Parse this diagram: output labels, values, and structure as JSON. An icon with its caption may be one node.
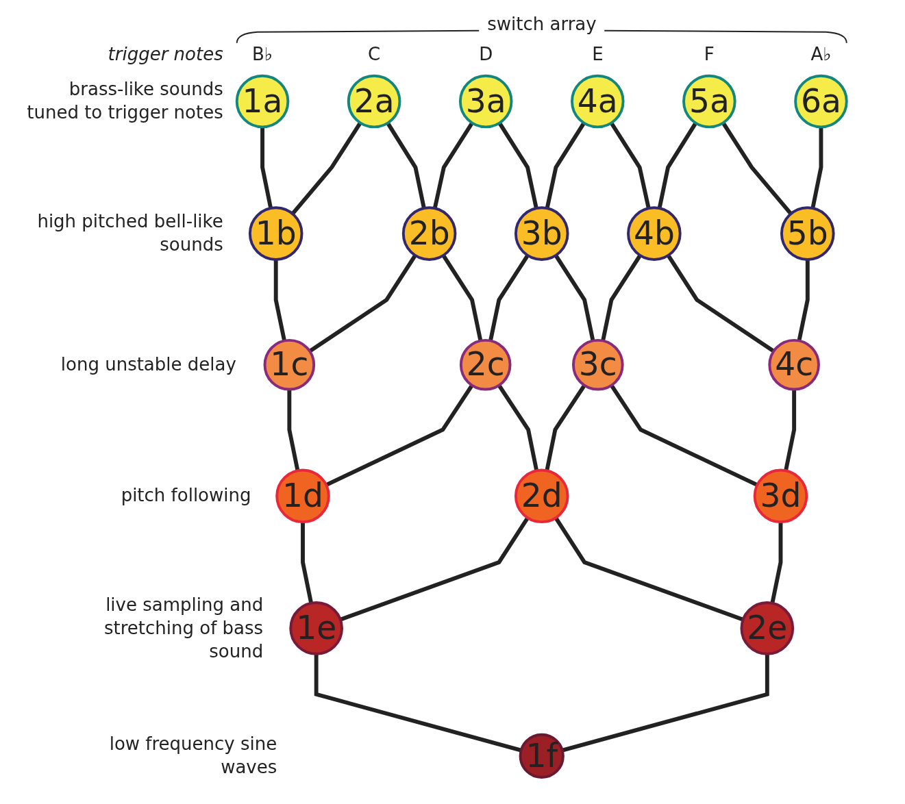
{
  "diagram": {
    "nodes": [
      {
        "text": [
          "1a"
        ]
      },
      {
        "text": [
          "2a"
        ]
      },
      {
        "text": [
          "3a"
        ]
      },
      {
        "text": [
          "4a"
        ]
      },
      {
        "text": [
          "5a"
        ]
      },
      {
        "text": [
          "6a"
        ]
      },
      {
        "text": [
          "1b"
        ]
      },
      {
        "text": [
          "2b"
        ]
      },
      {
        "text": [
          "3b"
        ]
      },
      {
        "text": [
          "4b"
        ]
      },
      {
        "text": [
          "5b"
        ]
      },
      {
        "text": [
          "1c"
        ]
      },
      {
        "text": [
          "2c"
        ]
      },
      {
        "text": [
          "3c"
        ]
      },
      {
        "text": [
          "4c"
        ]
      },
      {
        "text": [
          "1d"
        ]
      },
      {
        "text": [
          "2d"
        ]
      },
      {
        "text": [
          "3d"
        ]
      },
      {
        "text": [
          "1e"
        ]
      },
      {
        "text": [
          "2e"
        ]
      },
      {
        "text": [
          "1f"
        ]
      }
    ],
    "edges": [
      {
        "from": 0,
        "to": 6,
        "arrow": "none"
      },
      {
        "from": 1,
        "to": 6,
        "arrow": "none"
      },
      {
        "from": 1,
        "to": 7,
        "arrow": "none"
      },
      {
        "from": 2,
        "to": 7,
        "arrow": "none"
      },
      {
        "from": 2,
        "to": 8,
        "arrow": "none"
      },
      {
        "from": 3,
        "to": 8,
        "arrow": "none"
      },
      {
        "from": 3,
        "to": 9,
        "arrow": "none"
      },
      {
        "from": 4,
        "to": 9,
        "arrow": "none"
      },
      {
        "from": 4,
        "to": 10,
        "arrow": "none"
      },
      {
        "from": 5,
        "to": 10,
        "arrow": "none"
      },
      {
        "from": 6,
        "to": 11,
        "arrow": "none"
      },
      {
        "from": 7,
        "to": 11,
        "arrow": "none"
      },
      {
        "from": 7,
        "to": 12,
        "arrow": "none"
      },
      {
        "from": 8,
        "to": 12,
        "arrow": "none"
      },
      {
        "from": 8,
        "to": 13,
        "arrow": "none"
      },
      {
        "from": 9,
        "to": 13,
        "arrow": "none"
      },
      {
        "from": 9,
        "to": 14,
        "arrow": "none"
      },
      {
        "from": 10,
        "to": 14,
        "arrow": "none"
      },
      {
        "from": 11,
        "to": 15,
        "arrow": "none"
      },
      {
        "from": 12,
        "to": 15,
        "arrow": "none"
      },
      {
        "from": 12,
        "to": 16,
        "arrow": "none"
      },
      {
        "from": 13,
        "to": 16,
        "arrow": "none"
      },
      {
        "from": 13,
        "to": 17,
        "arrow": "none"
      },
      {
        "from": 14,
        "to": 17,
        "arrow": "none"
      },
      {
        "from": 15,
        "to": 18,
        "arrow": "none"
      },
      {
        "from": 16,
        "to": 18,
        "arrow": "none"
      },
      {
        "from": 16,
        "to": 19,
        "arrow": "none"
      },
      {
        "from": 17,
        "to": 19,
        "arrow": "none"
      },
      {
        "from": 18,
        "to": 20,
        "arrow": "none"
      },
      {
        "from": 19,
        "to": 20,
        "arrow": "none"
      }
    ],
    "labels": [
      "switch array",
      "trigger notes",
      "B♭",
      "C",
      "D",
      "E",
      "F",
      "A♭",
      "brass-like sounds tuned to trigger notes",
      "high pitched bell-like sounds",
      "long unstable delay",
      "pitch following",
      "live sampling and stretching of bass sound",
      "low frequency sine waves"
    ]
  }
}
